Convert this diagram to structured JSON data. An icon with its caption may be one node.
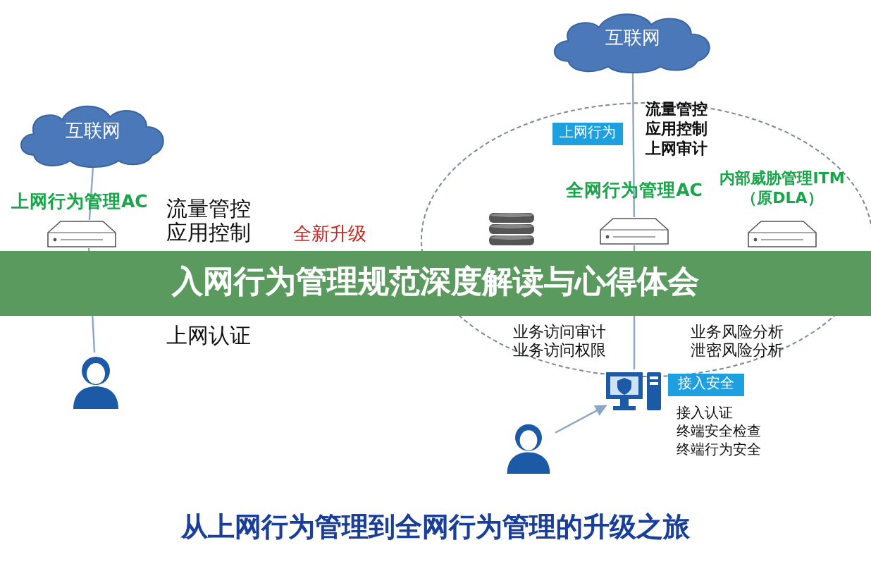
{
  "diagram": {
    "title": "入网行为管理规范深度解读与心得体会",
    "caption": "从上网行为管理到全网行为管理的升级之旅",
    "nodes": [
      {
        "text": [
          "互联网"
        ]
      },
      {
        "text": [
          "上网行为管理AC"
        ]
      },
      {
        "text": [],
        "shape": "person"
      },
      {
        "text": [
          "互联网"
        ]
      },
      {
        "text": [
          "上网行为"
        ]
      },
      {
        "text": [
          "全网行为管理AC"
        ]
      },
      {
        "text": [],
        "shape": "cylinder"
      },
      {
        "text": [
          "内部威胁管理ITM（原DLA）"
        ]
      },
      {
        "text": [],
        "shape": "picture"
      },
      {
        "text": [
          "接入安全"
        ]
      },
      {
        "text": [],
        "shape": "person"
      }
    ],
    "edges": [
      {
        "from": 0,
        "to": 1,
        "arrow": "none"
      },
      {
        "from": 1,
        "to": 2,
        "arrow": "none"
      },
      {
        "from": 3,
        "to": 5,
        "arrow": "none"
      },
      {
        "from": 5,
        "to": 8,
        "arrow": "none"
      },
      {
        "from": 10,
        "to": 8,
        "arrow": "to"
      }
    ],
    "labels": [
      "流量管控",
      "应用控制",
      "上网认证",
      "全新升级",
      "流量管控",
      "应用控制",
      "上网审计",
      "业务访问审计",
      "业务访问权限",
      "业务风险分析",
      "泄密风险分析",
      "接入认证",
      "终端安全检查",
      "终端行为安全"
    ]
  }
}
